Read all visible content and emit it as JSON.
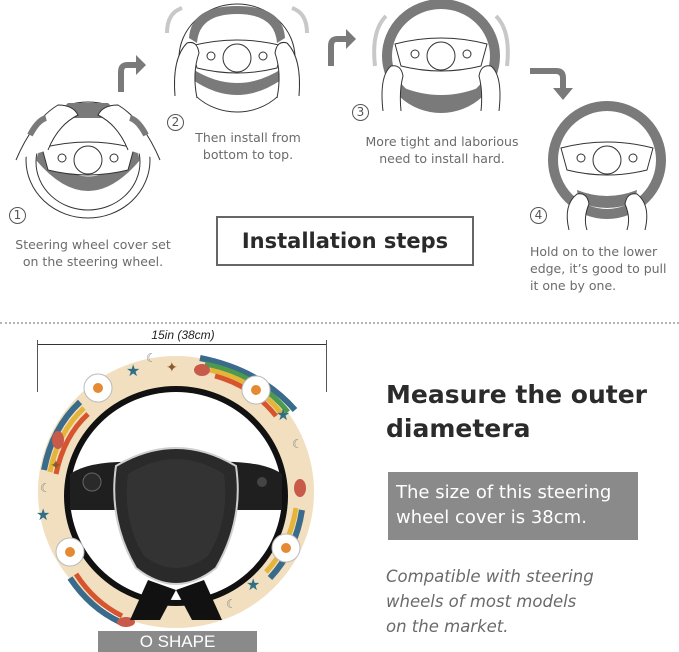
{
  "installation": {
    "title": "Installation steps",
    "steps": [
      {
        "number": "1",
        "text_line1": "Steering wheel cover set",
        "text_line2": "on the steering wheel."
      },
      {
        "number": "2",
        "text_line1": "Then install from",
        "text_line2": "bottom to top."
      },
      {
        "number": "3",
        "text_line1": "More tight and laborious",
        "text_line2": "need to install hard."
      },
      {
        "number": "4",
        "text_line1": "Hold on to the lower",
        "text_line2": "edge, it’s good to pull",
        "text_line3": "it one by one."
      }
    ],
    "icons": [
      "steering-wheel-hands-step1",
      "arrow-up-right",
      "steering-wheel-hands-step2",
      "arrow-up-right",
      "steering-wheel-hands-step3",
      "arrow-down-right",
      "steering-wheel-hands-step4"
    ]
  },
  "measurement": {
    "dimension_label": "15in (38cm)",
    "shape_label": "O SHAPE",
    "title_line1": "Measure the outer",
    "title_line2": "diametera",
    "size_line1": "The size of this steering",
    "size_line2": "wheel cover is 38cm.",
    "compat_line1": "Compatible with steering",
    "compat_line2": "wheels of most models",
    "compat_line3": "on the market."
  },
  "colors": {
    "cover_gray": "#7a7a7a",
    "label_bg": "#8a8a8a",
    "cover_beige": "#f1dfbf",
    "accent_orange": "#e58a33",
    "accent_teal": "#2f6f86"
  }
}
